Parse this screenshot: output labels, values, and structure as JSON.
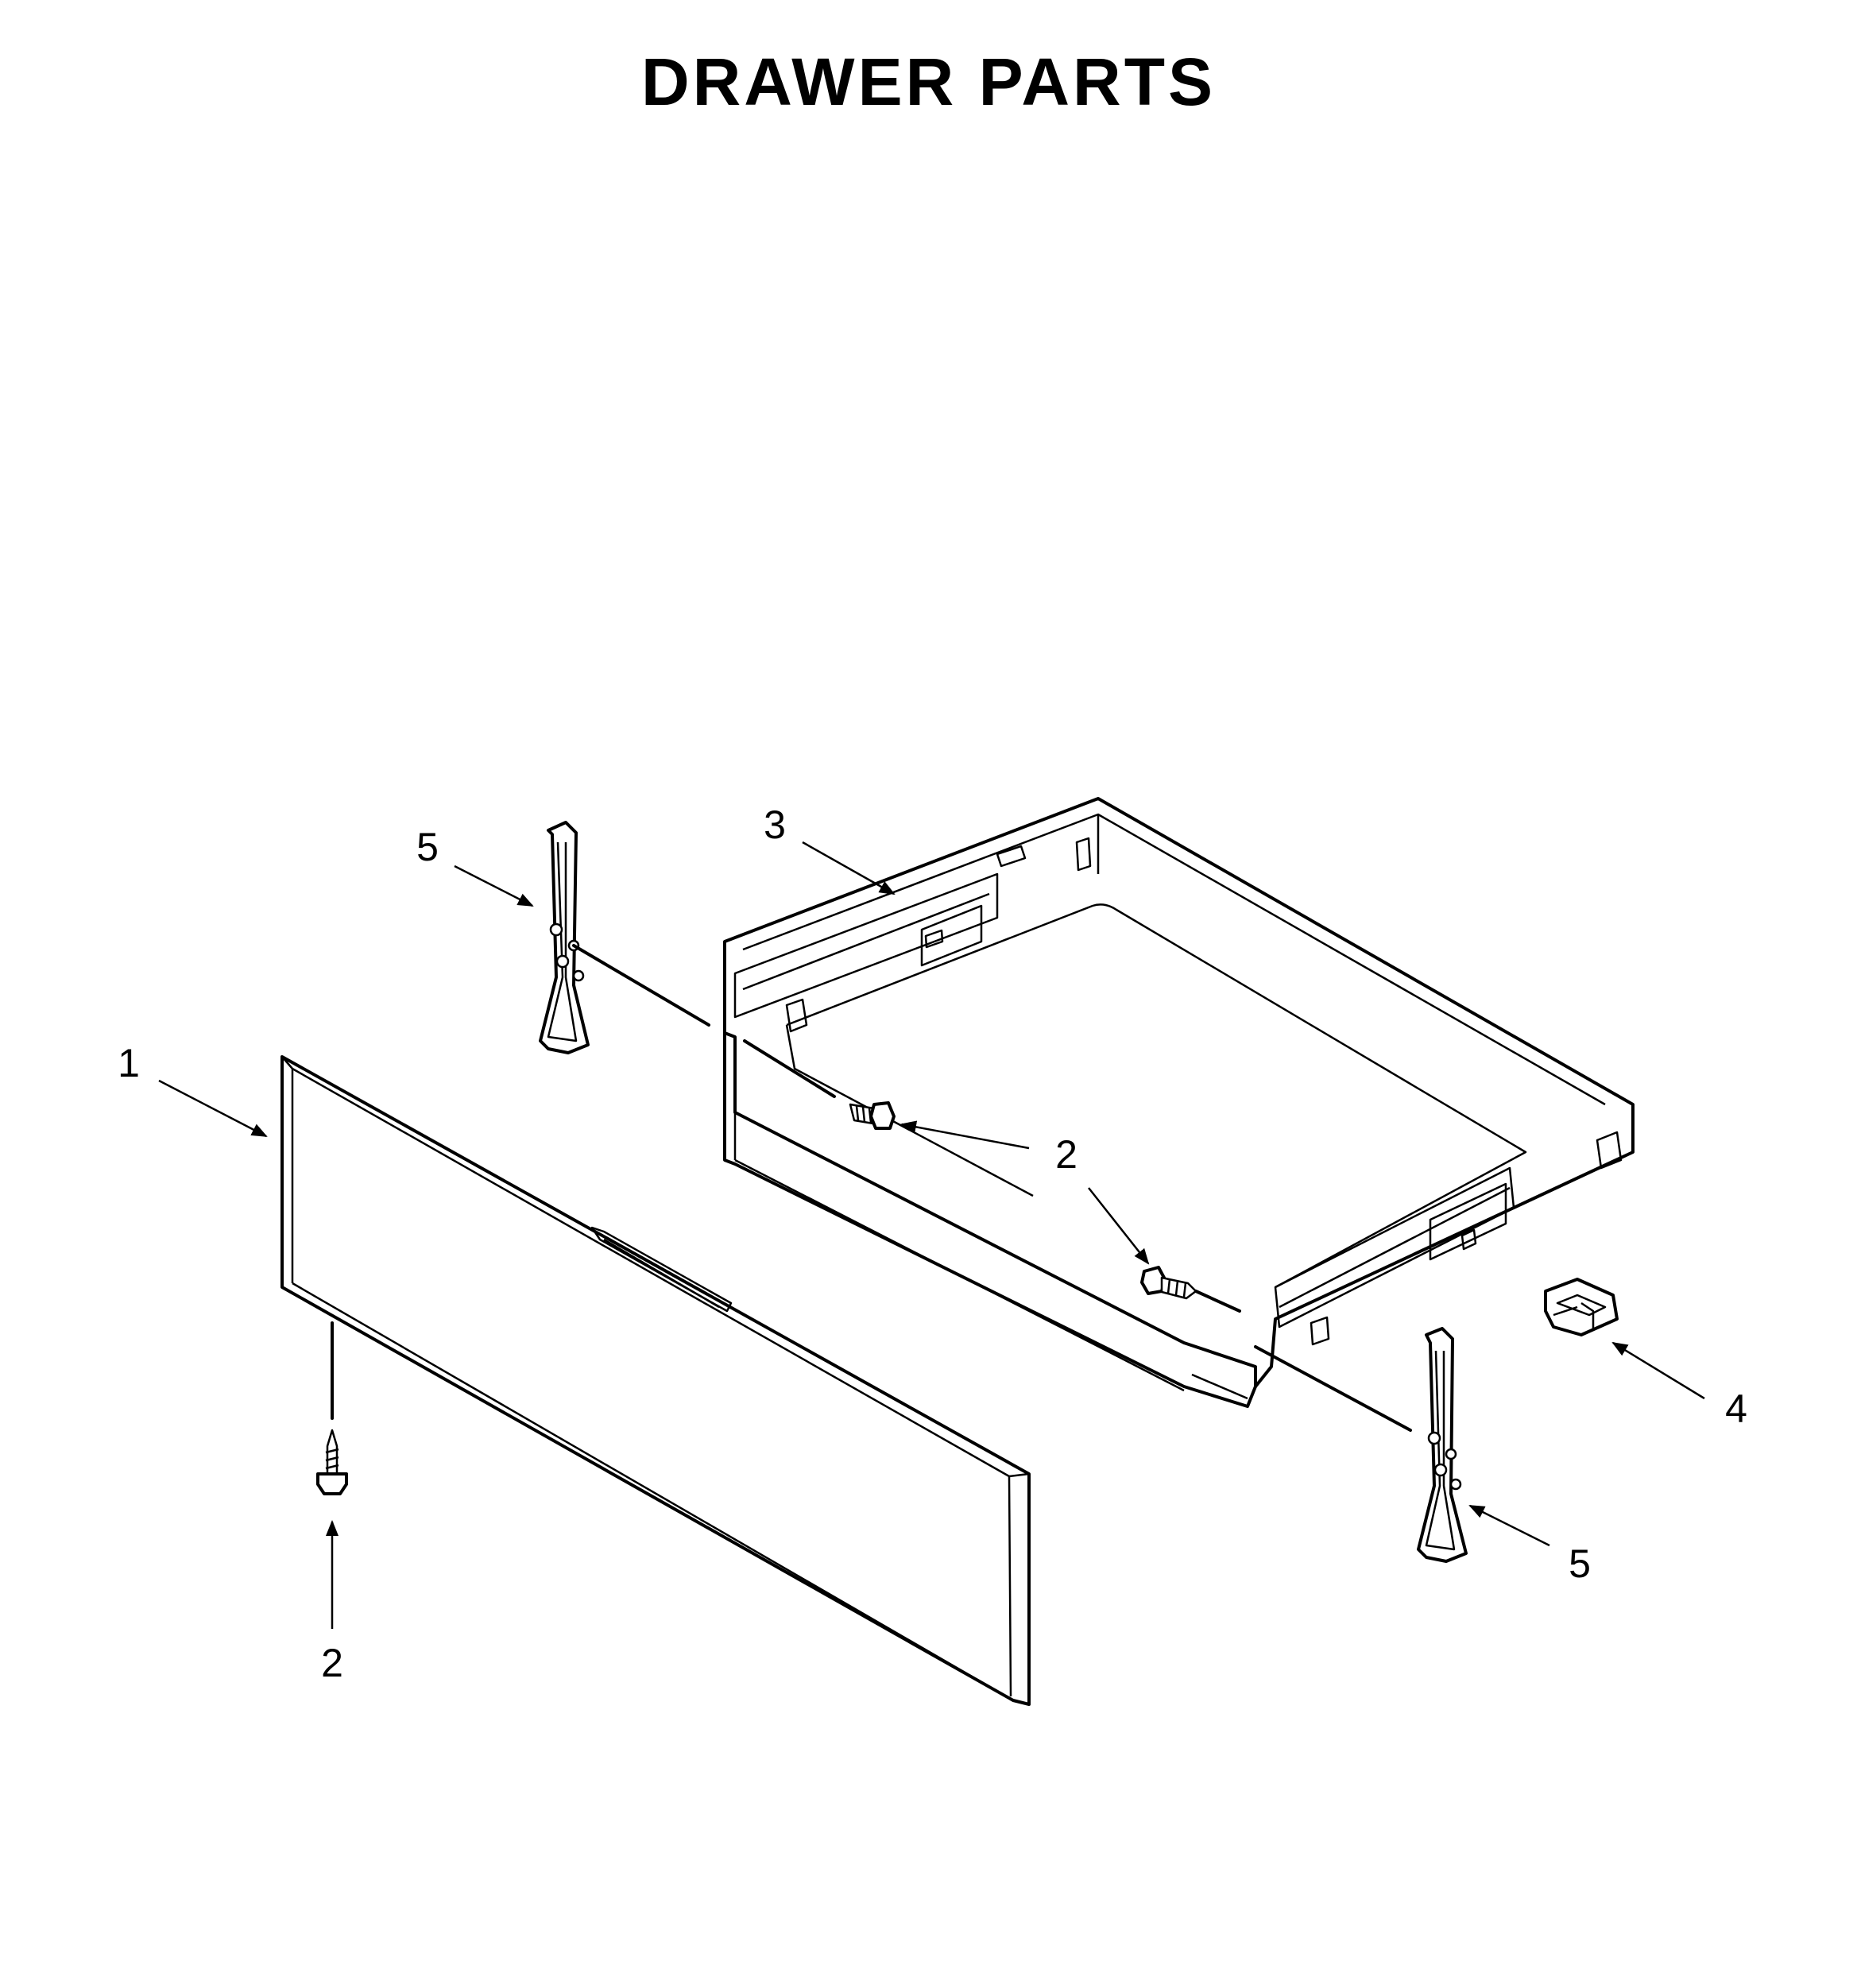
{
  "title": "DRAWER PARTS",
  "callouts": {
    "drawer_front": "1",
    "screw_left_bottom": "2",
    "screw_middle": "2",
    "screw_right": "2",
    "drawer_body": "3",
    "clip": "4",
    "glide_left": "5",
    "glide_right": "5"
  }
}
